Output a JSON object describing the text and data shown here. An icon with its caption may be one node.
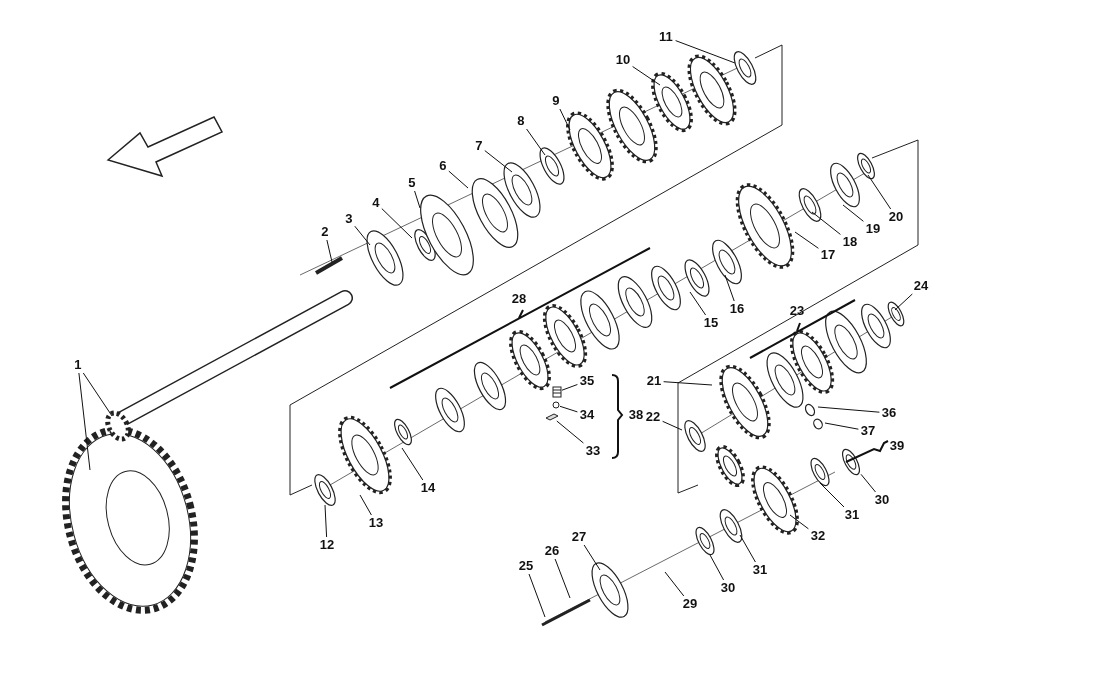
{
  "diagram": {
    "nodes": [
      {
        "text": [
          "1"
        ]
      },
      {
        "text": [
          "2"
        ]
      },
      {
        "text": [
          "3"
        ]
      },
      {
        "text": [
          "4"
        ]
      },
      {
        "text": [
          "5"
        ]
      },
      {
        "text": [
          "6"
        ]
      },
      {
        "text": [
          "7"
        ]
      },
      {
        "text": [
          "8"
        ]
      },
      {
        "text": [
          "9"
        ]
      },
      {
        "text": [
          "10"
        ]
      },
      {
        "text": [
          "11"
        ]
      },
      {
        "text": [
          "12"
        ]
      },
      {
        "text": [
          "13"
        ]
      },
      {
        "text": [
          "14"
        ]
      },
      {
        "text": [
          "15"
        ]
      },
      {
        "text": [
          "16"
        ]
      },
      {
        "text": [
          "17"
        ]
      },
      {
        "text": [
          "18"
        ]
      },
      {
        "text": [
          "19"
        ]
      },
      {
        "text": [
          "20"
        ]
      },
      {
        "text": [
          "21"
        ]
      },
      {
        "text": [
          "22"
        ]
      },
      {
        "text": [
          "24"
        ]
      },
      {
        "text": [
          "25"
        ]
      },
      {
        "text": [
          "26"
        ]
      },
      {
        "text": [
          "27"
        ]
      },
      {
        "text": [
          "29"
        ]
      },
      {
        "text": [
          "30"
        ]
      },
      {
        "text": [
          "30"
        ]
      },
      {
        "text": [
          "31"
        ]
      },
      {
        "text": [
          "31"
        ]
      },
      {
        "text": [
          "32"
        ]
      },
      {
        "text": [
          "33"
        ]
      },
      {
        "text": [
          "34"
        ]
      },
      {
        "text": [
          "35"
        ]
      },
      {
        "text": [
          "36"
        ]
      },
      {
        "text": [
          "37"
        ]
      },
      {
        "text": [],
        "shape": "picture"
      },
      {
        "text": [],
        "shape": "circle"
      },
      {
        "text": [],
        "shape": "picture"
      },
      {
        "text": [],
        "shape": "picture"
      }
    ],
    "edges": [
      {
        "from": 0,
        "to": null,
        "arrow": "none"
      },
      {
        "from": 0,
        "to": null,
        "arrow": "none"
      },
      {
        "from": 1,
        "to": null,
        "arrow": "none"
      },
      {
        "from": 2,
        "to": null,
        "arrow": "none"
      },
      {
        "from": 3,
        "to": null,
        "arrow": "none"
      },
      {
        "from": 4,
        "to": null,
        "arrow": "none"
      },
      {
        "from": 5,
        "to": null,
        "arrow": "none"
      },
      {
        "from": 6,
        "to": null,
        "arrow": "none"
      },
      {
        "from": 7,
        "to": null,
        "arrow": "none"
      },
      {
        "from": 8,
        "to": null,
        "arrow": "none"
      },
      {
        "from": 9,
        "to": null,
        "arrow": "none"
      },
      {
        "from": 10,
        "to": null,
        "arrow": "none"
      },
      {
        "from": 11,
        "to": null,
        "arrow": "none"
      },
      {
        "from": 12,
        "to": null,
        "arrow": "none"
      },
      {
        "from": 13,
        "to": null,
        "arrow": "none"
      },
      {
        "from": 14,
        "to": null,
        "arrow": "none"
      },
      {
        "from": 15,
        "to": null,
        "arrow": "none"
      },
      {
        "from": 16,
        "to": null,
        "arrow": "none"
      },
      {
        "from": 17,
        "to": null,
        "arrow": "none"
      },
      {
        "from": 18,
        "to": null,
        "arrow": "none"
      },
      {
        "from": 19,
        "to": null,
        "arrow": "none"
      },
      {
        "from": 20,
        "to": null,
        "arrow": "none"
      },
      {
        "from": 21,
        "to": null,
        "arrow": "none"
      },
      {
        "from": 22,
        "to": null,
        "arrow": "none"
      },
      {
        "from": 23,
        "to": null,
        "arrow": "none"
      },
      {
        "from": 24,
        "to": null,
        "arrow": "none"
      },
      {
        "from": 25,
        "to": null,
        "arrow": "none"
      },
      {
        "from": 26,
        "to": null,
        "arrow": "none"
      },
      {
        "from": 27,
        "to": null,
        "arrow": "none"
      },
      {
        "from": 28,
        "to": 40,
        "arrow": "none"
      },
      {
        "from": 29,
        "to": null,
        "arrow": "none"
      },
      {
        "from": 30,
        "to": null,
        "arrow": "none"
      },
      {
        "from": 31,
        "to": null,
        "arrow": "none"
      },
      {
        "from": 32,
        "to": 39,
        "arrow": "none"
      },
      {
        "from": 33,
        "to": 38,
        "arrow": "none"
      },
      {
        "from": 34,
        "to": 37,
        "arrow": "none"
      },
      {
        "from": 35,
        "to": null,
        "arrow": "none"
      },
      {
        "from": 36,
        "to": null,
        "arrow": "none"
      }
    ],
    "labels": [
      "28",
      "23",
      "38",
      "39"
    ]
  }
}
